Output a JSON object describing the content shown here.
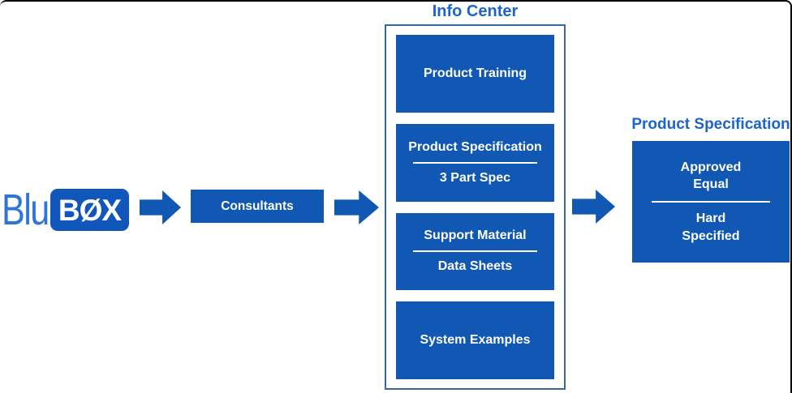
{
  "logo": {
    "text_outside": "Blu",
    "text_inside": "BØX"
  },
  "flow": {
    "consultants_label": "Consultants"
  },
  "info_center": {
    "title": "Info Center",
    "boxes": [
      {
        "line1": "Product Training",
        "line2": ""
      },
      {
        "line1": "Product Specification",
        "line2": "3 Part Spec"
      },
      {
        "line1": "Support Material",
        "line2": "Data Sheets"
      },
      {
        "line1": "System Examples",
        "line2": ""
      }
    ]
  },
  "product_specification": {
    "title": "Product Specification",
    "top_line1": "Approved",
    "top_line2": "Equal",
    "bottom_line1": "Hard",
    "bottom_line2": "Specified"
  },
  "colors": {
    "box_blue": "#1158b4",
    "logo_box_blue": "#1156bb",
    "logo_text_blue": "#2e74d9",
    "title_blue": "#1b64cc",
    "frame_border_blue": "#35689e",
    "text_on_blue": "#ffffff"
  }
}
